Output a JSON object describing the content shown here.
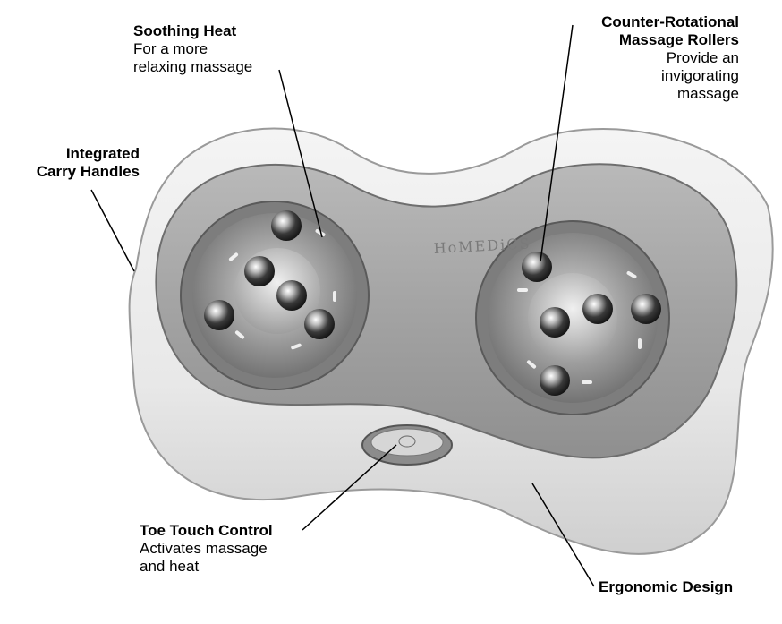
{
  "brand": "HoMEDiCS",
  "callouts": {
    "soothing_heat": {
      "title": "Soothing Heat",
      "desc_1": "For a more",
      "desc_2": "relaxing massage"
    },
    "rollers": {
      "title_1": "Counter-Rotational",
      "title_2": "Massage Rollers",
      "desc_1": "Provide an",
      "desc_2": "invigorating",
      "desc_3": "massage"
    },
    "handles": {
      "title_1": "Integrated",
      "title_2": "Carry Handles"
    },
    "toe_touch": {
      "title": "Toe Touch Control",
      "desc_1": "Activates massage",
      "desc_2": "and heat"
    },
    "ergonomic": {
      "title": "Ergonomic Design"
    }
  }
}
